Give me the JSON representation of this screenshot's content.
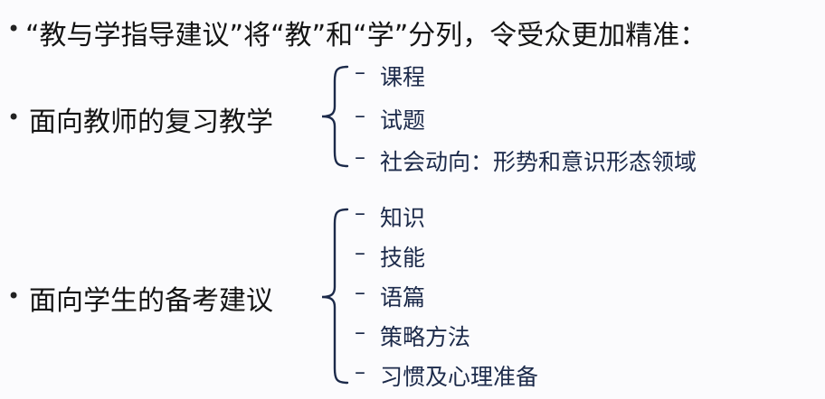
{
  "intro": {
    "bullet": "•",
    "text": "“教与学指导建议”将“教”和“学”分列，令受众更加精准："
  },
  "teacher": {
    "bullet": "•",
    "label": "面向教师的复习教学",
    "items": [
      {
        "dash": "–",
        "text": "课程"
      },
      {
        "dash": "–",
        "text": "试题"
      },
      {
        "dash": "–",
        "text": "社会动向：形势和意识形态领域"
      }
    ]
  },
  "student": {
    "bullet": "•",
    "label": "面向学生的备考建议",
    "items": [
      {
        "dash": "–",
        "text": "知识"
      },
      {
        "dash": "–",
        "text": "技能"
      },
      {
        "dash": "–",
        "text": "语篇"
      },
      {
        "dash": "–",
        "text": "策略方法"
      },
      {
        "dash": "–",
        "text": "习惯及心理准备"
      }
    ]
  },
  "colors": {
    "text": "#141414",
    "sub_text": "#1c2a4a",
    "background": "#fbfbfd"
  }
}
